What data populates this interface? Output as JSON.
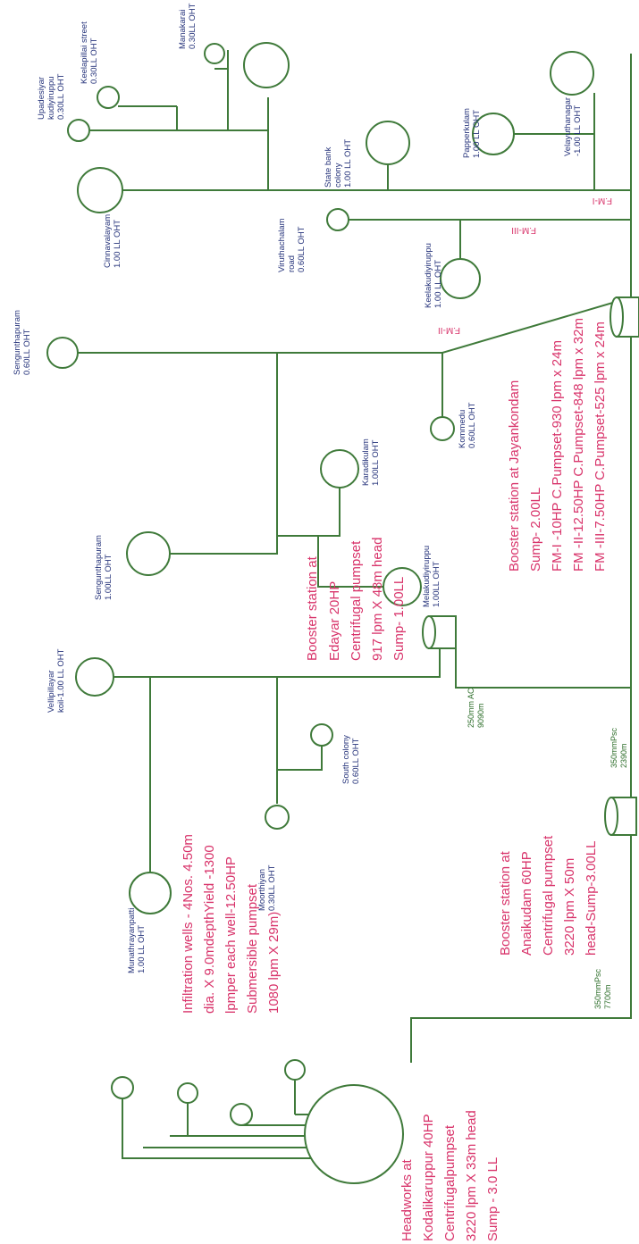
{
  "colors": {
    "pipe": "#3f7a3a",
    "label": "#24327a",
    "station": "#d8336a",
    "pipe_spec": "#2f6f2c"
  },
  "oht": {
    "keelapillai": [
      "Keelapillai street",
      "0.30LL OHT"
    ],
    "manakarai": [
      "Manakarai",
      "0.30LL OHT"
    ],
    "upadesiyar": [
      "Upadesiyar",
      "kudiyiruppu",
      "0.30LL OHT"
    ],
    "cinnavalayam": [
      "Cinnavalayam",
      "1.00 LL OHT"
    ],
    "state_bank": [
      "State bank",
      "colony",
      "1.00 LL OHT"
    ],
    "papperkulam": [
      "Papperkulam",
      "1.00 LL OHT"
    ],
    "velayuthanagar": [
      "Velayuthanagar",
      "-1.00 LL OHT"
    ],
    "viruthachalam": [
      "Viruthachalam",
      "road",
      "0.60LL OHT"
    ],
    "keelakudiyiruppu": [
      "Keelakudiyiruppu",
      "1.00 LL OHT"
    ],
    "sengunthapuram_small": [
      "Sengunthapuram",
      "0.60LL OHT"
    ],
    "kommedu": [
      "Kommedu",
      "0.60LL OHT"
    ],
    "karadikulam": [
      "Karadikulam",
      "1.00LL OHT"
    ],
    "sengunthapuram": [
      "Sengunthapuram",
      "1.00LL OHT"
    ],
    "melakudiyiruppu": [
      "Melakudiyiruppu",
      "1.00LL OHT"
    ],
    "vellipillayar": [
      "Vellipillayar",
      "koil-1.00 LL OHT"
    ],
    "munathrayanpatti": [
      "Munathrayanpatti",
      "1.00 LL OHT"
    ],
    "moorthiyan": [
      "Moorthiyan",
      "0.30LL OHT"
    ],
    "south_colony": [
      "South colony",
      "0.60LL OHT"
    ]
  },
  "stations": {
    "jayankondam": [
      "Booster station at Jayankondam",
      "Sump- 2.00LL",
      "FM-I -10HP C.Pumpset-930 lpm x 24m",
      "FM -II-12.50HP  C.Pumpset-848 lpm x 32m",
      "FM -III-7.50HP C.Pumpset-525 lpm x 24m"
    ],
    "edayar": [
      "Booster station at",
      "Edayar  20HP",
      "Centrifugal pumpset",
      "917 lpm X 48m head",
      "Sump- 1.00LL"
    ],
    "anaikudam": [
      "Booster station at",
      "Anaikudam  60HP",
      "Centrifugal pumpset",
      "3220 lpm X 50m",
      "head-Sump-3.00LL"
    ],
    "infiltration": [
      "Infiltration wells -  4Nos. 4.50m",
      "dia. X 9.0mdepthYield -1300",
      "lpmper each well-12.50HP",
      "Submersible pumpset",
      "1080 lpm X 29m)"
    ],
    "headworks": [
      "Headworks at",
      "Kodalikaruppur 40HP",
      "Centrifugalpumpset",
      "3220 lpm X 33m head",
      "Sump - 3.0 LL"
    ]
  },
  "pipes": {
    "ac250": [
      "250mm AC",
      "9090m"
    ],
    "psc350_2390": [
      "350mmPsc",
      "2390m"
    ],
    "psc350_7700": [
      "350mmPsc",
      "7700m"
    ]
  },
  "mains": {
    "fm1": "F.M-I",
    "fm2": "F.M-II",
    "fm3": "F.M-III"
  }
}
